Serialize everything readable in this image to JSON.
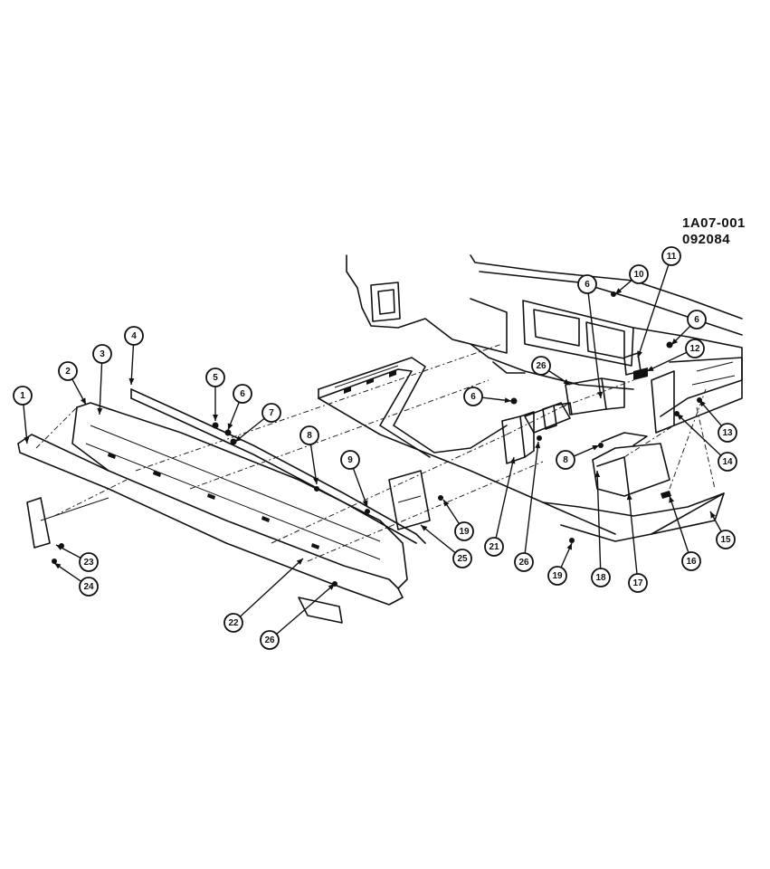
{
  "reference": {
    "code": "1A07-001",
    "date": "092084"
  },
  "callouts": [
    {
      "id": "c1",
      "label": "1"
    },
    {
      "id": "c2",
      "label": "2"
    },
    {
      "id": "c3",
      "label": "3"
    },
    {
      "id": "c4",
      "label": "4"
    },
    {
      "id": "c5",
      "label": "5"
    },
    {
      "id": "c6a",
      "label": "6"
    },
    {
      "id": "c7",
      "label": "7"
    },
    {
      "id": "c8a",
      "label": "8"
    },
    {
      "id": "c9",
      "label": "9"
    },
    {
      "id": "c19a",
      "label": "19"
    },
    {
      "id": "c25",
      "label": "25"
    },
    {
      "id": "c23",
      "label": "23"
    },
    {
      "id": "c24",
      "label": "24"
    },
    {
      "id": "c22",
      "label": "22"
    },
    {
      "id": "c26a",
      "label": "26"
    },
    {
      "id": "c6b",
      "label": "6"
    },
    {
      "id": "c21",
      "label": "21"
    },
    {
      "id": "c26b",
      "label": "26"
    },
    {
      "id": "c26c",
      "label": "26"
    },
    {
      "id": "c6c",
      "label": "6"
    },
    {
      "id": "c10",
      "label": "10"
    },
    {
      "id": "c11",
      "label": "11"
    },
    {
      "id": "c6d",
      "label": "6"
    },
    {
      "id": "c12",
      "label": "12"
    },
    {
      "id": "c13",
      "label": "13"
    },
    {
      "id": "c14",
      "label": "14"
    },
    {
      "id": "c8b",
      "label": "8"
    },
    {
      "id": "c15",
      "label": "15"
    },
    {
      "id": "c16",
      "label": "16"
    },
    {
      "id": "c17",
      "label": "17"
    },
    {
      "id": "c18",
      "label": "18"
    },
    {
      "id": "c19b",
      "label": "19"
    }
  ]
}
